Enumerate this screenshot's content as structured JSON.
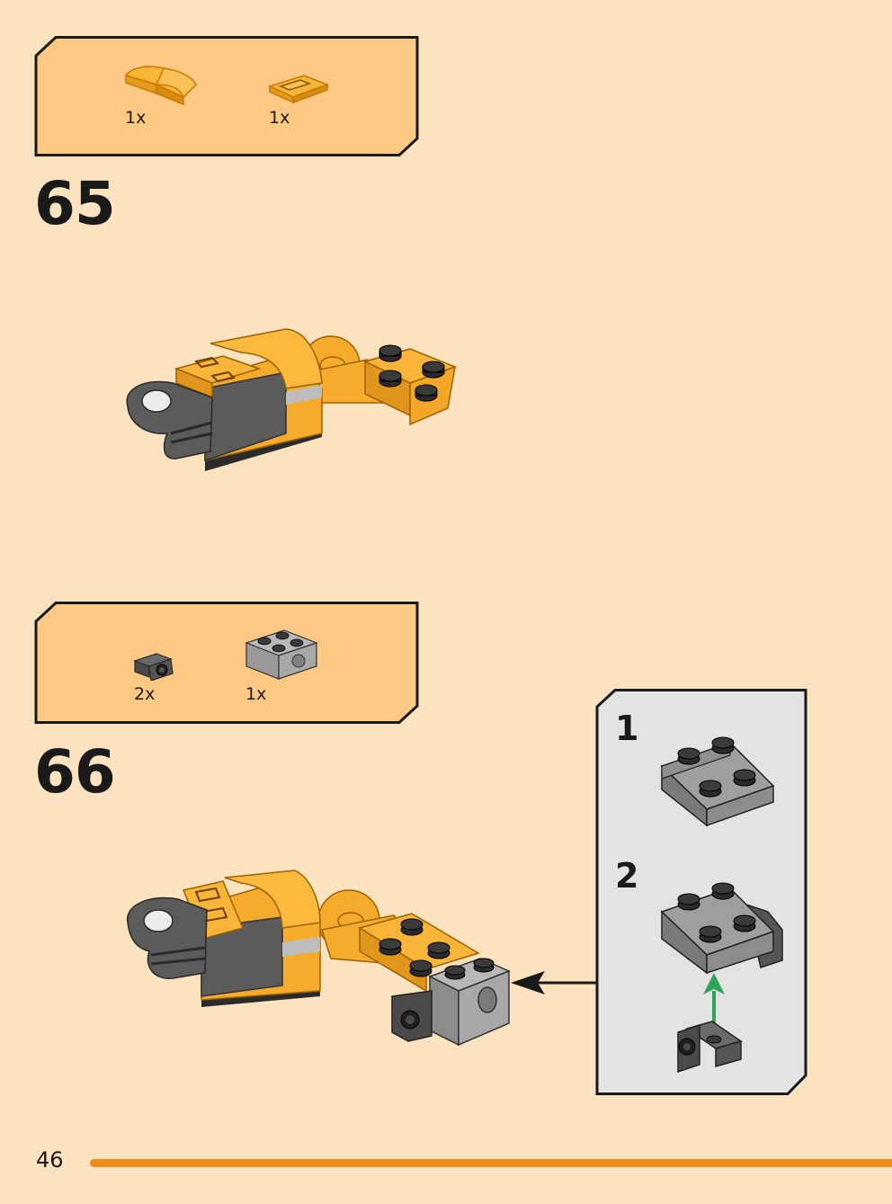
{
  "steps": [
    {
      "number": "65",
      "parts": [
        {
          "icon": "yellow-curved-slope-icon",
          "qty": "1x"
        },
        {
          "icon": "yellow-tile-grille-icon",
          "qty": "1x"
        }
      ]
    },
    {
      "number": "66",
      "parts": [
        {
          "icon": "dark-gray-bracket-icon",
          "qty": "2x"
        },
        {
          "icon": "light-gray-technic-brick-icon",
          "qty": "1x"
        }
      ],
      "subassembly": {
        "steps": [
          "1",
          "2"
        ]
      }
    }
  ],
  "page_number": "46",
  "colors": {
    "page_background": "#fde3bf",
    "parts_box": "#fdc984",
    "subassembly_box": "#e3e3e3",
    "accent_bar": "#f08a1b",
    "brick_yellow": "#f7ab2c",
    "brick_dark_gray": "#5b5b5b",
    "brick_light_gray": "#a0a0a0",
    "arrow_green": "#2fa35a"
  }
}
